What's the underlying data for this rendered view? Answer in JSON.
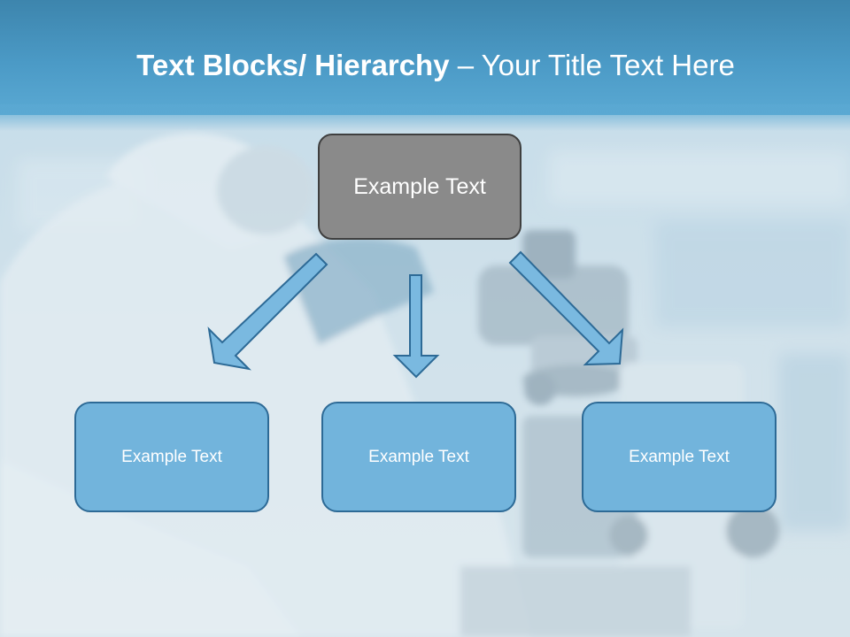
{
  "slide": {
    "title_bold": "Text Blocks/ Hierarchy",
    "title_rest": " – Your Title Text Here"
  },
  "diagram": {
    "top_box": "Example Text",
    "children": [
      {
        "label": "Example Text"
      },
      {
        "label": "Example Text"
      },
      {
        "label": "Example Text"
      }
    ]
  },
  "colors": {
    "header": "#4b9ac6",
    "top_box_fill": "#8a8a8a",
    "child_box_fill": "#72b4dc",
    "arrow_fill": "#7ab9e0",
    "arrow_stroke": "#2d6a96"
  }
}
